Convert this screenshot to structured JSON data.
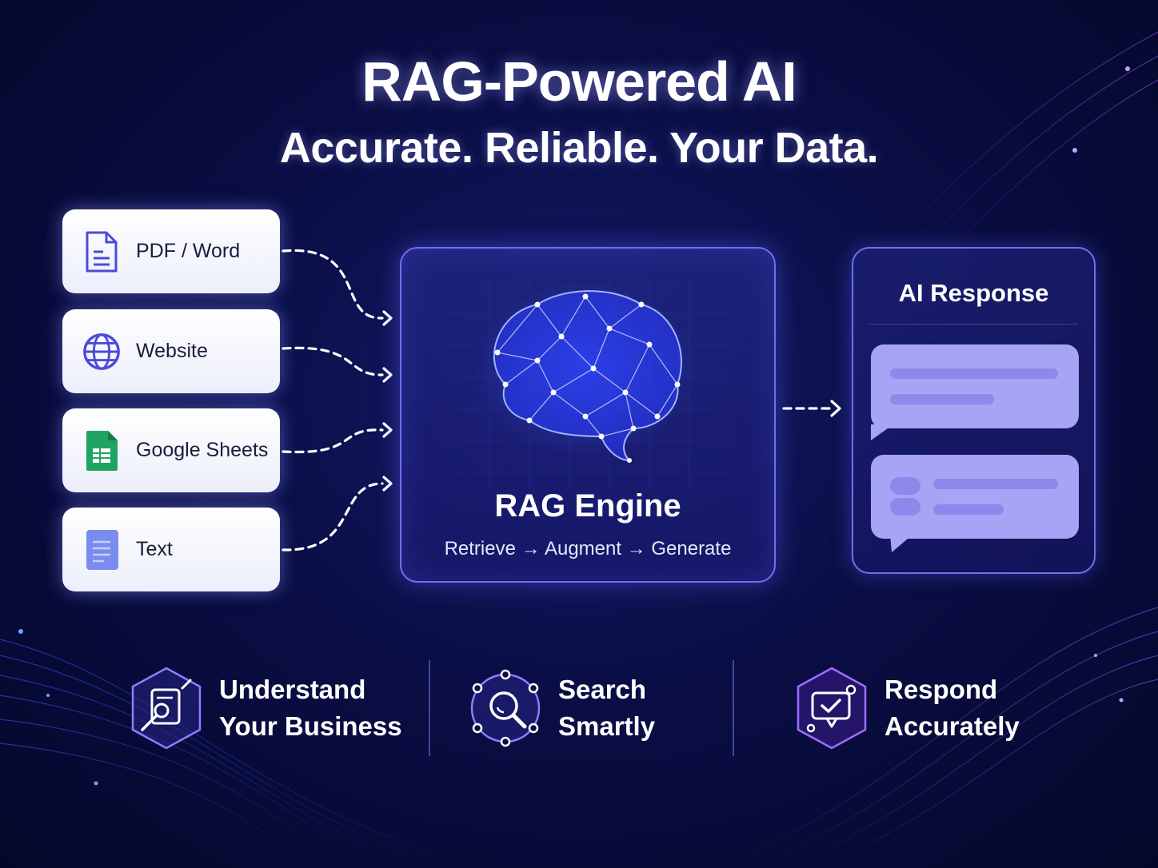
{
  "title": "RAG-Powered AI",
  "subtitle": "Accurate. Reliable. Your Data.",
  "sources": [
    {
      "label": "PDF / Word",
      "icon": "document-icon"
    },
    {
      "label": "Website",
      "icon": "globe-icon"
    },
    {
      "label": "Google Sheets",
      "icon": "google-sheets-icon"
    },
    {
      "label": "Text",
      "icon": "text-file-icon"
    }
  ],
  "engine": {
    "title": "RAG Engine",
    "subtitle": "Retrieve → Augment → Generate",
    "icon": "brain-network-icon"
  },
  "response": {
    "title": "AI Response"
  },
  "features": [
    {
      "line1": "Understand",
      "line2": "Your Business",
      "icon": "document-analysis-icon"
    },
    {
      "line1": "Search",
      "line2": "Smartly",
      "icon": "search-network-icon"
    },
    {
      "line1": "Respond",
      "line2": "Accurately",
      "icon": "chat-check-icon"
    }
  ],
  "colors": {
    "accent": "#6f6ff2",
    "bubble": "#a7a4f6",
    "sheets_green": "#1fa463",
    "doc_blue": "#4b4bd8"
  }
}
